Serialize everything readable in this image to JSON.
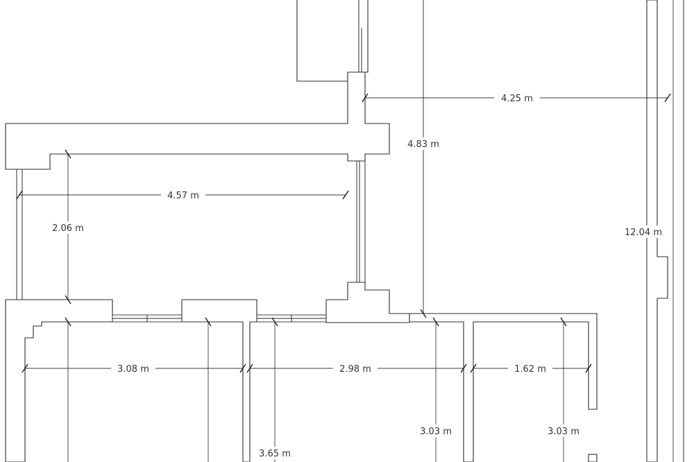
{
  "floor_plan": {
    "dimensions": [
      {
        "id": "top-right-width",
        "label": "4.25 m"
      },
      {
        "id": "center-height",
        "label": "4.83 m"
      },
      {
        "id": "upper-left-width",
        "label": "4.57 m"
      },
      {
        "id": "upper-left-height",
        "label": "2.06 m"
      },
      {
        "id": "right-total-height",
        "label": "12.04 m"
      },
      {
        "id": "lower-left-width",
        "label": "3.08 m"
      },
      {
        "id": "lower-middle-width",
        "label": "2.98 m"
      },
      {
        "id": "lower-right-width",
        "label": "1.62 m"
      },
      {
        "id": "lower-middle-height",
        "label": "3.03 m"
      },
      {
        "id": "lower-right-height",
        "label": "3.03 m"
      },
      {
        "id": "lower-left-height",
        "label": "3.65 m"
      }
    ]
  }
}
